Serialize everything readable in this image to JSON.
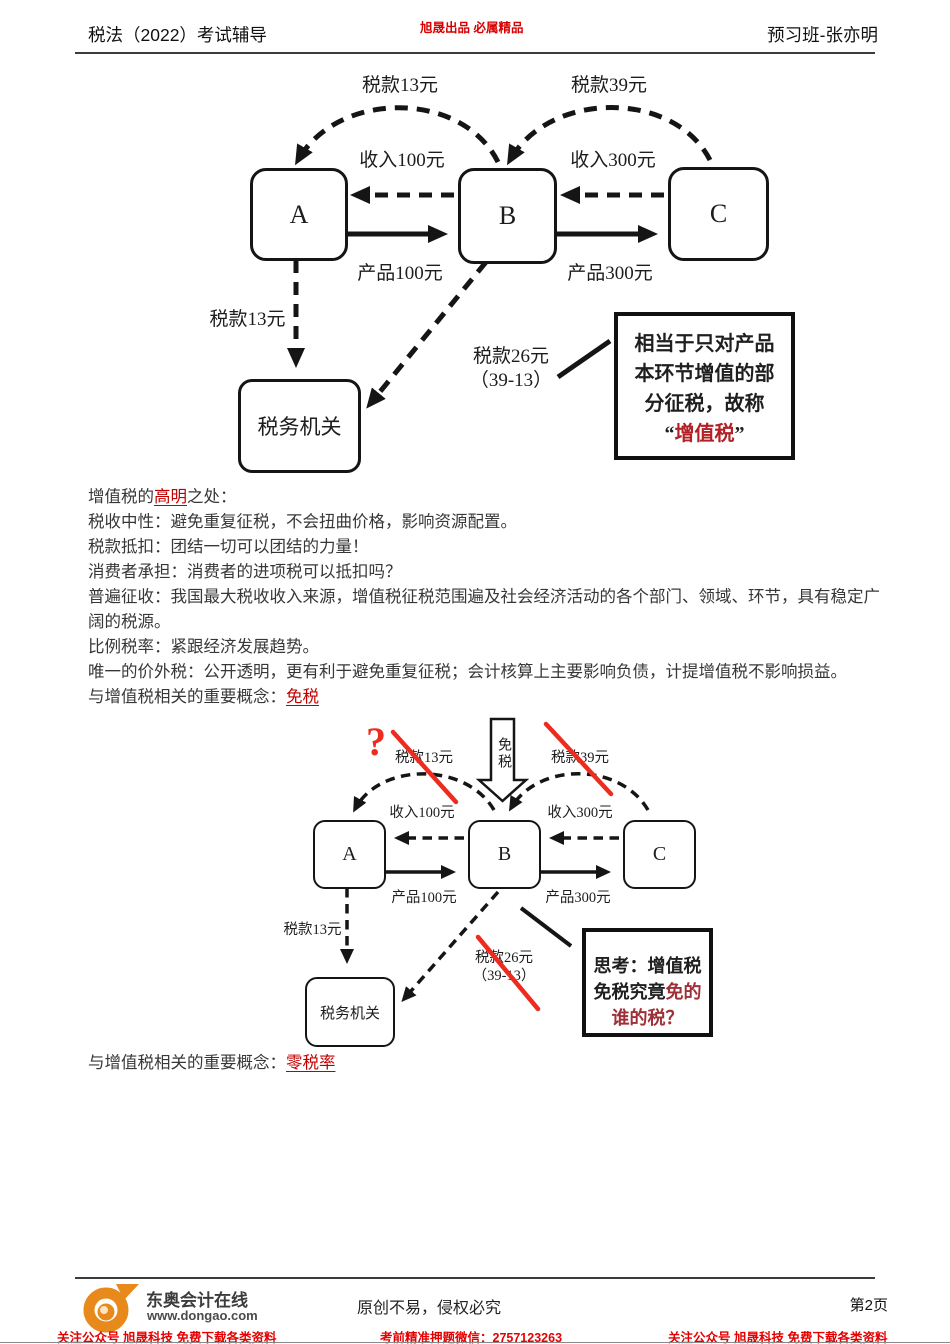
{
  "colors": {
    "accent_red": "#d80000",
    "crimson_underline": "#c00000",
    "note_red": "#b32025",
    "think_red": "#a03038",
    "mark_red": "#ed2b1f",
    "logo_orange": "#e8891c"
  },
  "header": {
    "left_title": "税法（2022）考试辅导",
    "center_slogan": "旭晟出品  必属精品",
    "right_title": "预习班-张亦明"
  },
  "diagram1": {
    "tax_top_left": "税款13元",
    "tax_top_right": "税款39元",
    "income_left": "收入100元",
    "income_right": "收入300元",
    "node_a": "A",
    "node_b": "B",
    "node_c": "C",
    "product_left": "产品100元",
    "product_right": "产品300元",
    "tax_to_authority": "税款13元",
    "authority": "税务机关",
    "tax26_line1": "税款26元",
    "tax26_line2": "（39-13）",
    "note": {
      "line1": "相当于只对产品",
      "line2": "本环节增值的部",
      "line3": "分征税，故称",
      "quote_open": "“",
      "highlight": "增值税",
      "quote_close": "”"
    }
  },
  "body": {
    "intro_prefix": "增值税的",
    "intro_highlight": "高明",
    "intro_suffix": "之处：",
    "lines": [
      "税收中性：避免重复征税，不会扭曲价格，影响资源配置。",
      "税款抵扣：团结一切可以团结的力量！",
      "消费者承担：消费者的进项税可以抵扣吗？",
      "普遍征收：我国最大税收收入来源，增值税征税范围遍及社会经济活动的各个部门、领域、环节，具有稳定广阔的税源。",
      "比例税率：紧跟经济发展趋势。",
      "唯一的价外税：公开透明，更有利于避免重复征税；会计核算上主要影响负债，计提增值税不影响损益。"
    ],
    "concept_prefix": "与增值税相关的重要概念：",
    "concept_free": "免税",
    "concept_zero": "零税率"
  },
  "diagram2": {
    "question_mark": "?",
    "exempt_label": "免税",
    "tax_top_left": "税款13元",
    "tax_top_right": "税款39元",
    "income_left": "收入100元",
    "income_right": "收入300元",
    "node_a": "A",
    "node_b": "B",
    "node_c": "C",
    "product_left": "产品100元",
    "product_right": "产品300元",
    "tax_to_authority": "税款13元",
    "authority": "税务机关",
    "tax26_line1": "税款26元",
    "tax26_line2": "（39-13）",
    "think": {
      "line1": "思考：增值税",
      "line2_black": "免税究竟",
      "line2_red": "免的",
      "line3_red": "谁的税？"
    }
  },
  "footer": {
    "brand_name": "东奥会计在线",
    "brand_url": "www.dongao.com",
    "copyright": "原创不易，侵权必究",
    "page_number": "第2页",
    "promo_left": "关注公众号 旭晟科技 免费下载各类资料",
    "promo_center": "考前精准押题微信：2757123263",
    "promo_right": "关注公众号 旭晟科技 免费下载各类资料"
  }
}
